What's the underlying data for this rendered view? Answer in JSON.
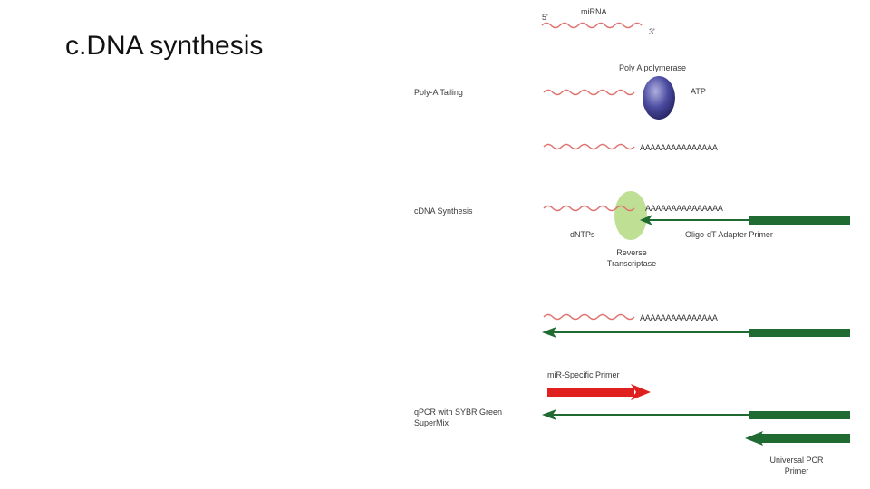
{
  "slide": {
    "title": "c.DNA synthesis"
  },
  "diagram": {
    "mirna_label": "miRNA",
    "five_prime": "5'",
    "three_prime": "3'",
    "poly_a_polymerase": "Poly A polymerase",
    "atp": "ATP",
    "step_poly_a_tailing": "Poly-A Tailing",
    "poly_a_tail": "AAAAAAAAAAAAAAA",
    "step_cdna_synthesis": "cDNA Synthesis",
    "dntps": "dNTPs",
    "oligo_dt_primer": "Oligo-dT Adapter Primer",
    "reverse_transcriptase": "Reverse Transcriptase",
    "mir_specific_primer": "miR-Specific Primer",
    "step_qpcr": "qPCR with SYBR Green SuperMix",
    "universal_pcr_primer": "Universal PCR Primer",
    "colors": {
      "mirna": "#e0736f",
      "primer_green": "#1f6b32",
      "mir_primer_red": "#e0201e",
      "polymerase": "#3f3f95",
      "transcriptase": "#b8dc8a"
    }
  }
}
